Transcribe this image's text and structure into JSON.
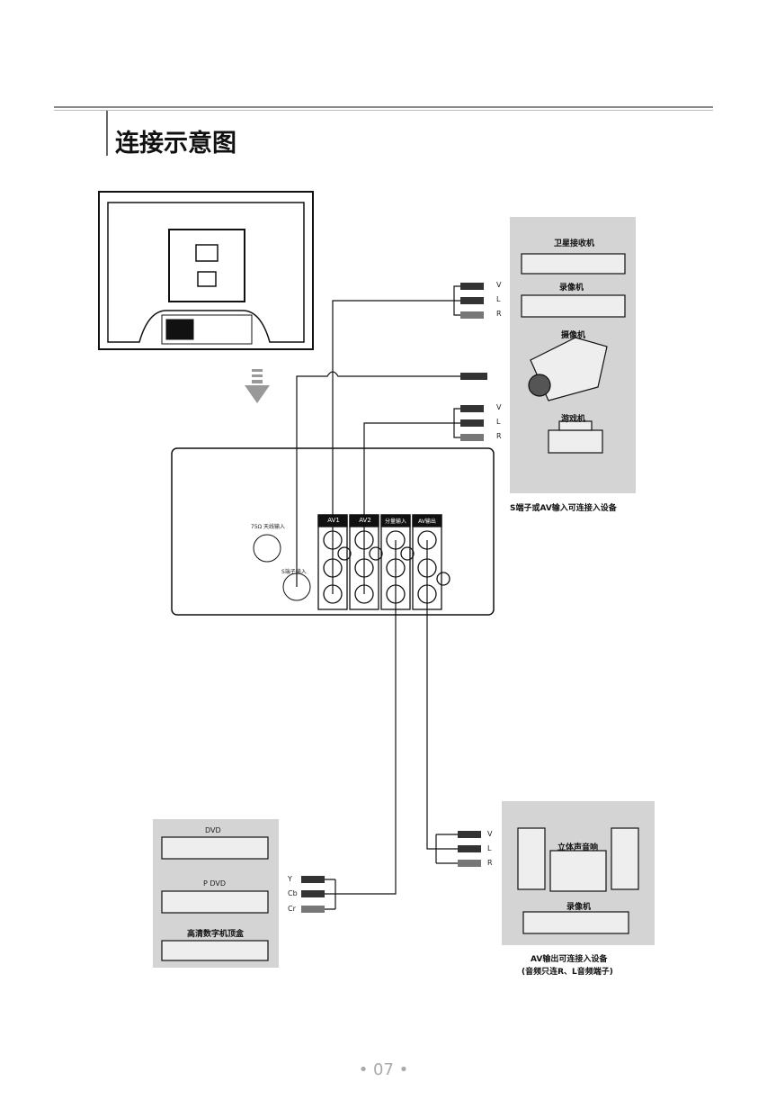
{
  "title": "连接示意图",
  "page_number": "07",
  "top_right": {
    "devices": [
      "卫星接收机",
      "录像机",
      "摄像机",
      "游戏机"
    ],
    "caption": "S端子或AV输入可连接入设备",
    "plugs": [
      "V",
      "L",
      "R",
      "V",
      "L",
      "R"
    ]
  },
  "tv_panel": {
    "antenna": "75Ω 天线输入",
    "s_input": "S端子输入",
    "groups": [
      "AV1",
      "AV2",
      "分量输入",
      "AV输出"
    ]
  },
  "bottom_left": {
    "devices": [
      "DVD",
      "P DVD",
      "高清数字机顶盒"
    ],
    "plugs": [
      "Y",
      "Cb",
      "Cr"
    ]
  },
  "bottom_right": {
    "devices": [
      "立体声音响",
      "录像机"
    ],
    "caption_line1": "AV输出可连接入设备",
    "caption_line2": "(音频只连R、L音频端子)",
    "plugs": [
      "V",
      "L",
      "R"
    ]
  }
}
